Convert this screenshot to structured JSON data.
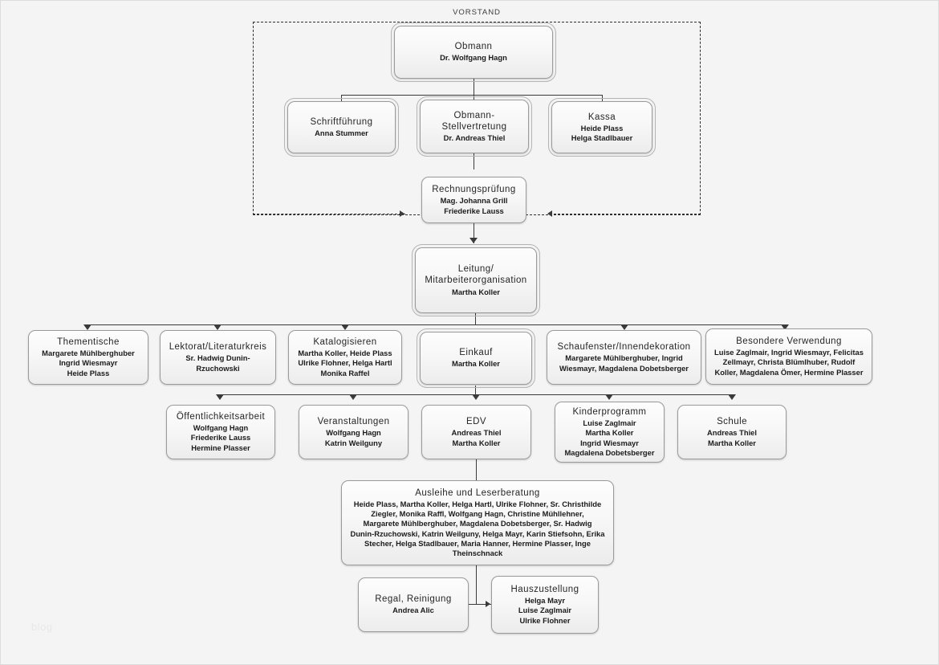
{
  "page": {
    "background": "#f4f4f4",
    "border_color": "#dcdcdc",
    "watermark": "blog"
  },
  "group": {
    "label": "VORSTAND"
  },
  "chart_data": {
    "type": "diagram",
    "title": "VORSTAND",
    "nodes": [
      {
        "id": "obmann",
        "title": "Obmann",
        "members": "Dr. Wolfgang Hagn"
      },
      {
        "id": "schriftfuehrung",
        "title": "Schriftführung",
        "members": "Anna Stummer"
      },
      {
        "id": "obmann-stv",
        "title": "Obmann-\nStellvertretung",
        "members": "Dr. Andreas Thiel"
      },
      {
        "id": "kassa",
        "title": "Kassa",
        "members": "Heide Plass\nHelga Stadlbauer"
      },
      {
        "id": "rechnungspruefung",
        "title": "Rechnungsprüfung",
        "members": "Mag. Johanna Grill\nFriederike Lauss"
      },
      {
        "id": "leitung",
        "title": "Leitung/\nMitarbeiterorganisation",
        "members": "Martha Koller"
      },
      {
        "id": "thementische",
        "title": "Thementische",
        "members": "Margarete Mühlberghuber\nIngrid Wiesmayr\nHeide Plass"
      },
      {
        "id": "lektorat",
        "title": "Lektorat/Literaturkreis",
        "members": "Sr. Hadwig Dunin-Rzuchowski"
      },
      {
        "id": "katalogisieren",
        "title": "Katalogisieren",
        "members": "Martha Koller, Heide Plass\nUlrike Flohner, Helga Hartl\nMonika Raffel"
      },
      {
        "id": "einkauf",
        "title": "Einkauf",
        "members": "Martha Koller"
      },
      {
        "id": "schaufenster",
        "title": "Schaufenster/Innendekoration",
        "members": "Margarete Mühlberghuber, Ingrid\nWiesmayr, Magdalena Dobetsberger"
      },
      {
        "id": "besondere",
        "title": "Besondere Verwendung",
        "members": "Luise Zaglmair, Ingrid Wiesmayr, Felicitas\nZellmayr, Christa Blümlhuber, Rudolf\nKoller, Magdalena Ömer, Hermine Plasser"
      },
      {
        "id": "oeffentlichkeit",
        "title": "Öffentlichkeitsarbeit",
        "members": "Wolfgang Hagn\nFriederike Lauss\nHermine Plasser"
      },
      {
        "id": "veranstaltungen",
        "title": "Veranstaltungen",
        "members": "Wolfgang Hagn\nKatrin Weilguny"
      },
      {
        "id": "edv",
        "title": "EDV",
        "members": "Andreas Thiel\nMartha Koller"
      },
      {
        "id": "kinderprogramm",
        "title": "Kinderprogramm",
        "members": "Luise Zaglmair\nMartha Koller\nIngrid Wiesmayr\nMagdalena Dobetsberger"
      },
      {
        "id": "schule",
        "title": "Schule",
        "members": "Andreas Thiel\nMartha Koller"
      },
      {
        "id": "ausleihe",
        "title": "Ausleihe und Leserberatung",
        "members": "Heide Plass, Martha Koller, Helga Hartl, Ulrike Flohner, Sr. Christhilde\nZiegler, Monika  Raffl, Wolfgang Hagn, Christine Mühllehner,\nMargarete Mühlberghuber, Magdalena Dobetsberger, Sr. Hadwig\nDunin-Rzuchowski, Katrin Weilguny, Helga Mayr, Karin Stiefsohn, Erika\nStecher, Helga Stadlbauer, Maria Hanner, Hermine Plasser, Inge\nTheinschnack"
      },
      {
        "id": "regal",
        "title": "Regal, Reinigung",
        "members": "Andrea Alic"
      },
      {
        "id": "hauszustellung",
        "title": "Hauszustellung",
        "members": "Helga Mayr\nLuise Zaglmair\nUlrike Flohner"
      }
    ],
    "edges": [
      {
        "from": "obmann",
        "to": "schriftfuehrung"
      },
      {
        "from": "obmann",
        "to": "obmann-stv"
      },
      {
        "from": "obmann",
        "to": "kassa"
      },
      {
        "from": "obmann-stv",
        "to": "rechnungspruefung"
      },
      {
        "from": "rechnungspruefung",
        "to": "leitung"
      },
      {
        "from": "leitung",
        "to": "thementische"
      },
      {
        "from": "leitung",
        "to": "lektorat"
      },
      {
        "from": "leitung",
        "to": "katalogisieren"
      },
      {
        "from": "leitung",
        "to": "einkauf"
      },
      {
        "from": "leitung",
        "to": "schaufenster"
      },
      {
        "from": "leitung",
        "to": "besondere"
      },
      {
        "from": "einkauf",
        "to": "oeffentlichkeit"
      },
      {
        "from": "einkauf",
        "to": "veranstaltungen"
      },
      {
        "from": "einkauf",
        "to": "edv"
      },
      {
        "from": "einkauf",
        "to": "kinderprogramm"
      },
      {
        "from": "einkauf",
        "to": "schule"
      },
      {
        "from": "edv",
        "to": "ausleihe"
      },
      {
        "from": "ausleihe",
        "to": "regal"
      },
      {
        "from": "ausleihe",
        "to": "hauszustellung"
      },
      {
        "from": "regal",
        "to": "hauszustellung",
        "style": "double-arrow"
      }
    ]
  }
}
